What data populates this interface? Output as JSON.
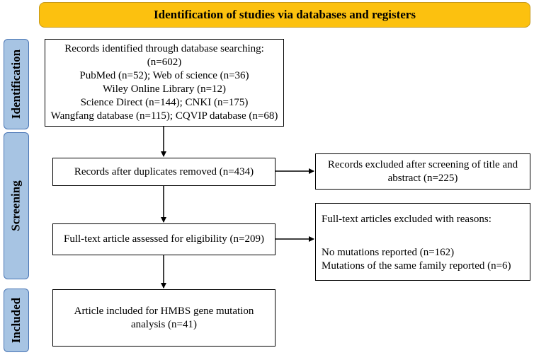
{
  "banner": {
    "title": "Identification of studies via databases and registers"
  },
  "stages": {
    "identification": "Identification",
    "screening": "Screening",
    "included": "Included"
  },
  "boxes": {
    "identified": {
      "line1": "Records identified through database searching:",
      "line2": "(n=602)",
      "line3": "PubMed (n=52); Web of science (n=36)",
      "line4": "Wiley Online Library (n=12)",
      "line5": "Science Direct (n=144); CNKI (n=175)",
      "line6": "Wangfang database (n=115); CQVIP database (n=68)"
    },
    "deduplicated": "Records after duplicates removed (n=434)",
    "excluded_screening": {
      "line1": "Records excluded after screening  of title and",
      "line2": "abstract (n=225)"
    },
    "fulltext": "Full-text article assessed for eligibility (n=209)",
    "excluded_fulltext": {
      "heading": "Full-text articles excluded with reasons:",
      "reason1": "No mutations reported (n=162)",
      "reason2": "Mutations of the same family reported (n=6)"
    },
    "included": {
      "line1": "Article included for HMBS gene mutation",
      "line2": "analysis (n=41)"
    }
  }
}
